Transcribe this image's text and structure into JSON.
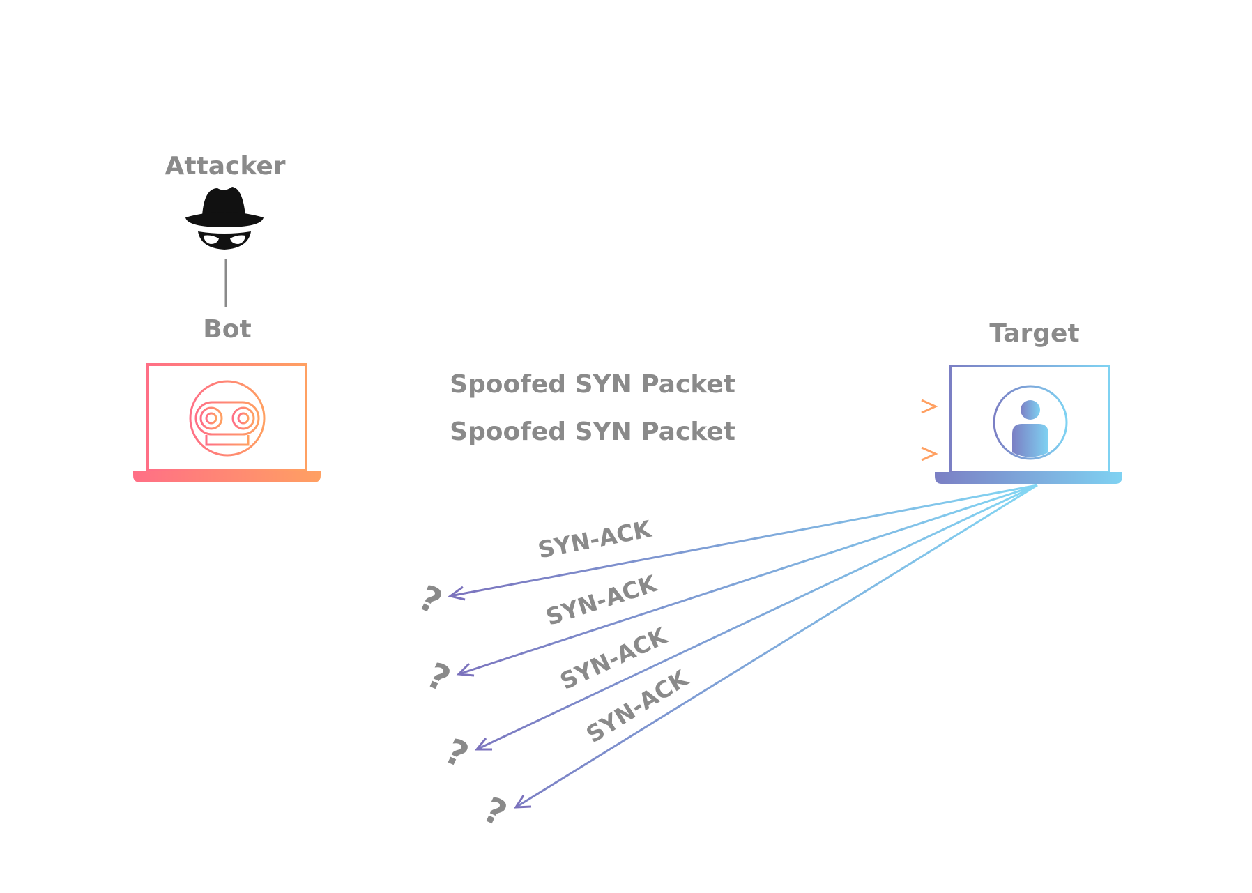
{
  "labels": {
    "attacker": "Attacker",
    "bot": "Bot",
    "target": "Target"
  },
  "packets": [
    {
      "text": "Spoofed SYN Packet"
    },
    {
      "text": "Spoofed SYN Packet"
    }
  ],
  "responses": [
    {
      "text": "SYN-ACK",
      "unknown": "?"
    },
    {
      "text": "SYN-ACK",
      "unknown": "?"
    },
    {
      "text": "SYN-ACK",
      "unknown": "?"
    },
    {
      "text": "SYN-ACK",
      "unknown": "?"
    }
  ],
  "colors": {
    "label_gray": "#8a8a8a",
    "bot_gradient_start": "#ff6f86",
    "bot_gradient_end": "#ffa062",
    "target_gradient_start": "#7b7fc4",
    "target_gradient_end": "#7fd2f2",
    "attacker_icon": "#111111"
  },
  "icons": {
    "attacker": "spy-hat-mask-icon",
    "bot": "robot-face-icon",
    "target": "user-avatar-icon",
    "unknown": "question-mark-icon"
  }
}
